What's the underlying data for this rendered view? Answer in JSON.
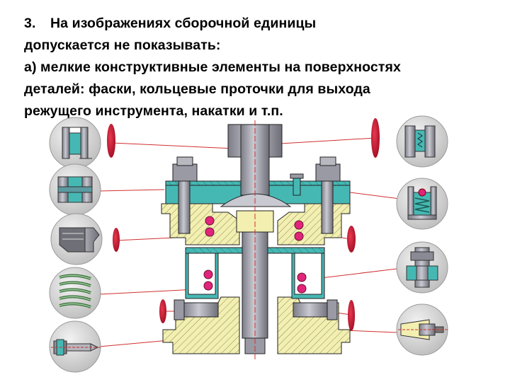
{
  "slide": {
    "heading": {
      "number": "3.",
      "line1": "На изображениях сборочной единицы",
      "line2": "допускается не показывать:",
      "line3": "а) мелкие конструктивные элементы на поверхностях",
      "line4": "деталей: фаски, кольцевые проточки для выхода",
      "line5": "режущего инструмента, накатки и т.п."
    },
    "colors": {
      "text": "#000000",
      "metal_gray": "#a9a9b4",
      "cyan_section": "#46b8b4",
      "hatch_yellow": "#f2efb0",
      "seal_ring_magenta": "#e0257a",
      "marker_red": "#c8102e",
      "leader_line": "#d03030",
      "inset_circle": "#d9d9d9"
    },
    "drawing": {
      "main_assembly": "assembly-cross-section",
      "insets_left": [
        "chamfered-bushing-icon",
        "groove-bushing-icon",
        "knurled-nut-icon",
        "spring-icon",
        "pointed-bolt-icon"
      ],
      "insets_right": [
        "threaded-sleeve-icon",
        "spring-cup-icon",
        "stud-bolt-icon",
        "tapered-pin-icon"
      ]
    }
  }
}
